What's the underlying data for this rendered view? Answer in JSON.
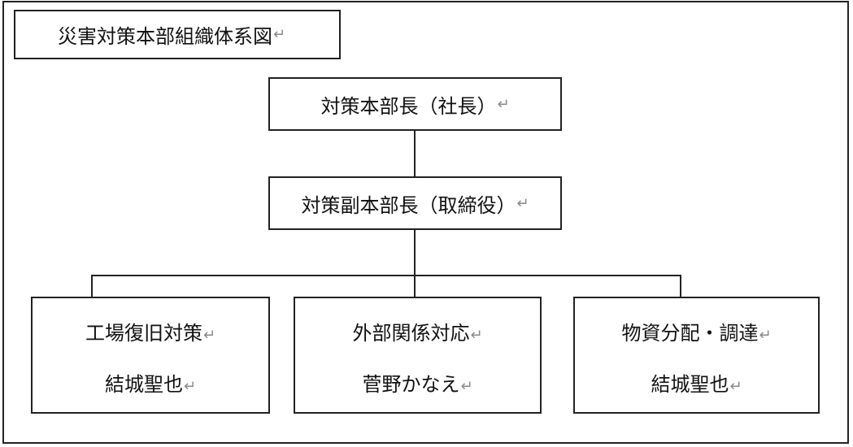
{
  "title": "災害対策本部組織体系図",
  "return_mark": "↵",
  "head": {
    "label": "対策本部長（社長）"
  },
  "deputy": {
    "label": "対策副本部長（取締役）"
  },
  "departments": [
    {
      "name": "工場復旧対策",
      "person": "結城聖也"
    },
    {
      "name": "外部関係対応",
      "person": "菅野かなえ"
    },
    {
      "name": "物資分配・調達",
      "person": "結城聖也"
    }
  ]
}
